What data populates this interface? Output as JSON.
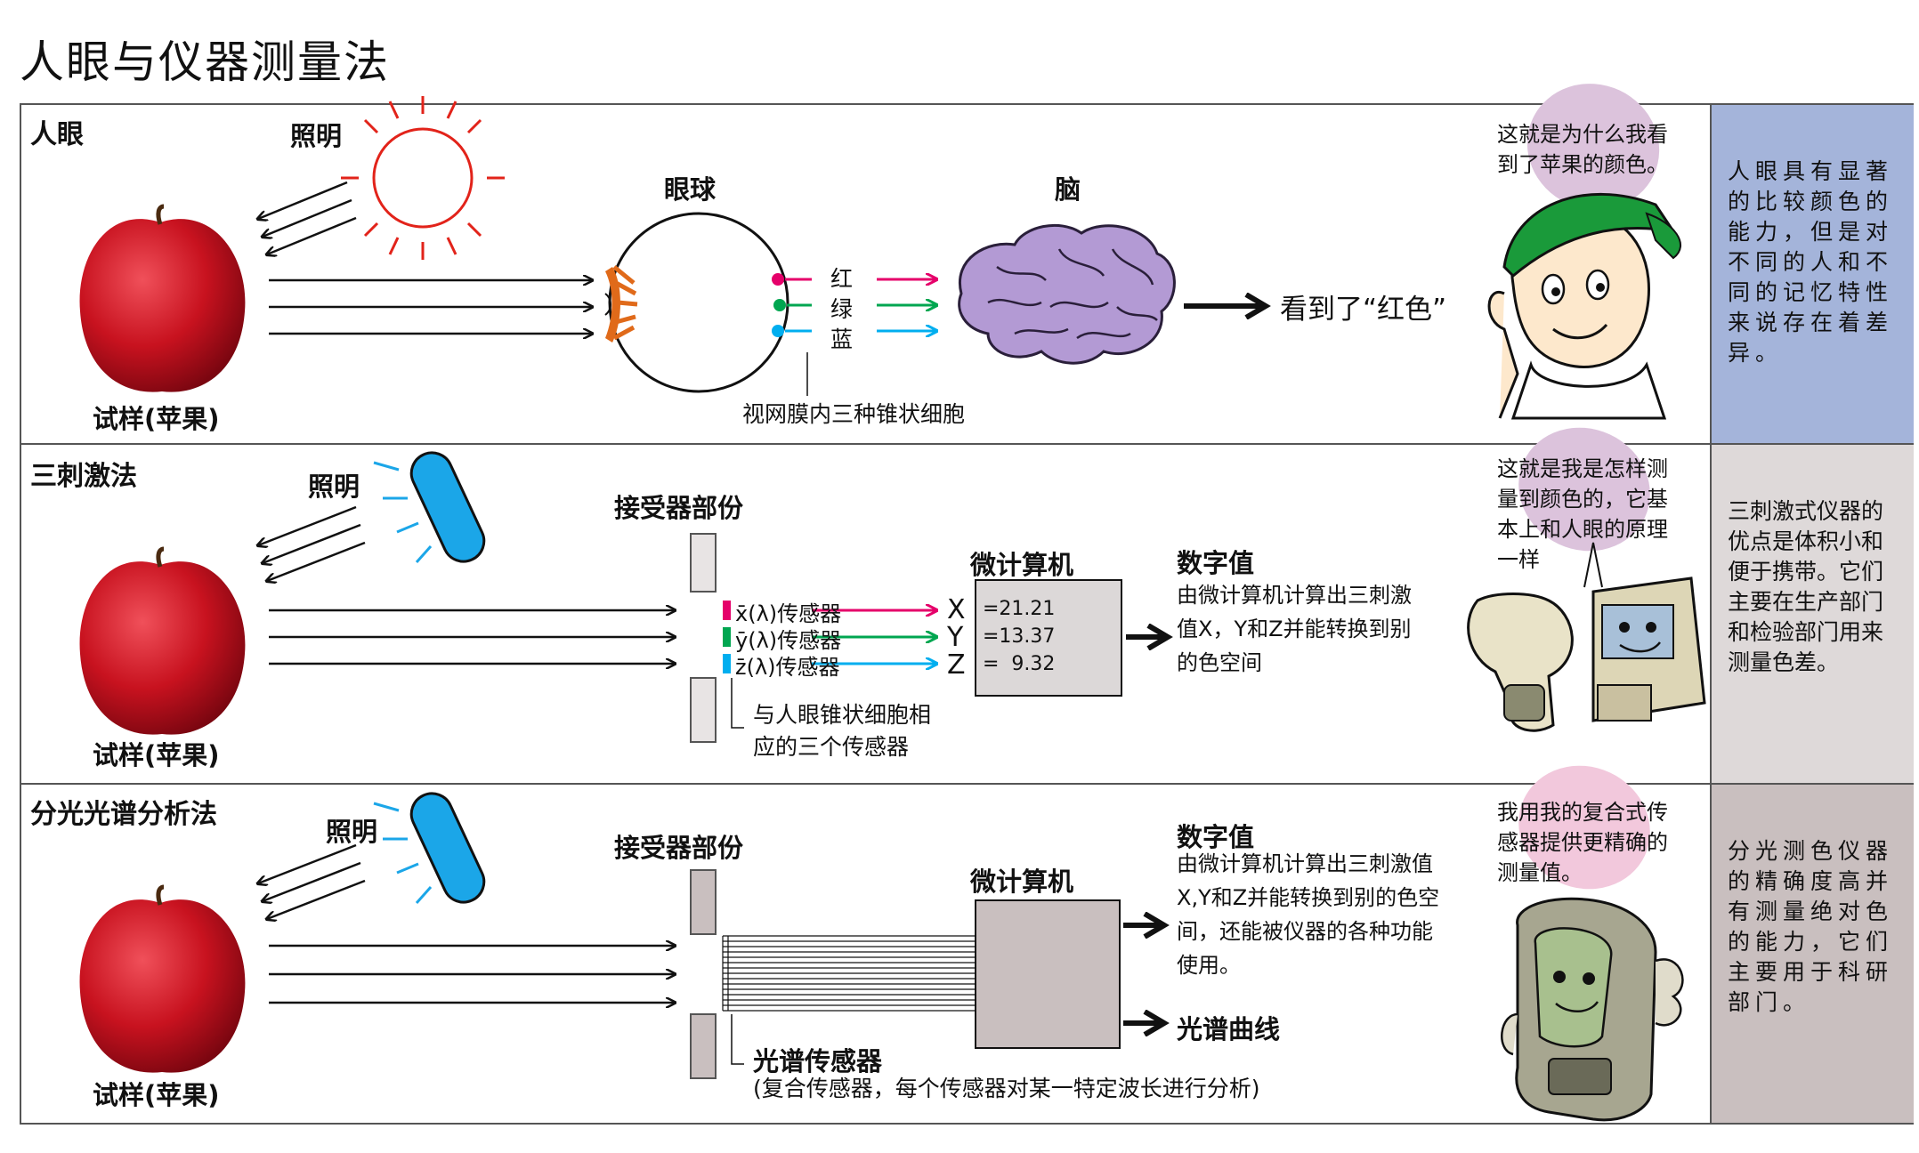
{
  "page_title": "人眼与仪器测量法",
  "colors": {
    "border": "#555555",
    "side_blue": "#a4b4da",
    "side_light": "#ded9d9",
    "side_mid": "#c9bfbf",
    "red": "#e5006a",
    "green": "#00a650",
    "blue": "#00aeef",
    "lamp": "#1ba6e8",
    "apple": "#c8121f",
    "brain": "#b39ad4"
  },
  "section1": {
    "title": "人眼",
    "lighting": "照明",
    "sample": "试样(苹果)",
    "eyeball": "眼球",
    "brain": "脑",
    "cones": [
      "红",
      "绿",
      "蓝"
    ],
    "retina": "视网膜内三种锥状细胞",
    "result": "看到了“红色”",
    "comment": "这就是为什么我看到了苹果的颜色。",
    "side": "人眼具有显著的比较颜色的能力，但是对不同的人和不同的记忆特性来说存在着差异。"
  },
  "section2": {
    "title": "三刺激法",
    "lighting": "照明",
    "sample": "试样(苹果)",
    "receiver": "接受器部份",
    "computer": "微计算机",
    "sensors": [
      "x̄(λ)传感器",
      "ȳ(λ)传感器",
      "z̄(λ)传感器"
    ],
    "xyz": [
      "X",
      "Y",
      "Z"
    ],
    "values": [
      "=21.21",
      "=13.37",
      "=  9.32"
    ],
    "sensor_note": "与人眼锥状细胞相应的三个传感器",
    "digital_title": "数字值",
    "digital_desc": "由微计算机计算出三刺激值X，Y和Z并能转换到别的色空间",
    "comment": "这就是我是怎样测量到颜色的，它基本上和人眼的原理一样",
    "side": "三刺激式仪器的优点是体积小和便于携带。它们主要在生产部门和检验部门用来测量色差。"
  },
  "section3": {
    "title": "分光光谱分析法",
    "lighting": "照明",
    "sample": "试样(苹果)",
    "receiver": "接受器部份",
    "computer": "微计算机",
    "digital_title": "数字值",
    "digital_desc": "由微计算机计算出三刺激值X,Y和Z并能转换到别的色空间，还能被仪器的各种功能使用。",
    "curve": "光谱曲线",
    "sensor_title": "光谱传感器",
    "sensor_desc": "(复合传感器，每个传感器对某一特定波长进行分析)",
    "comment": "我用我的复合式传感器提供更精确的测量值。",
    "side": "分光测色仪器的精确度高并有测量绝对色的能力，它们主要用于科研部门。"
  }
}
